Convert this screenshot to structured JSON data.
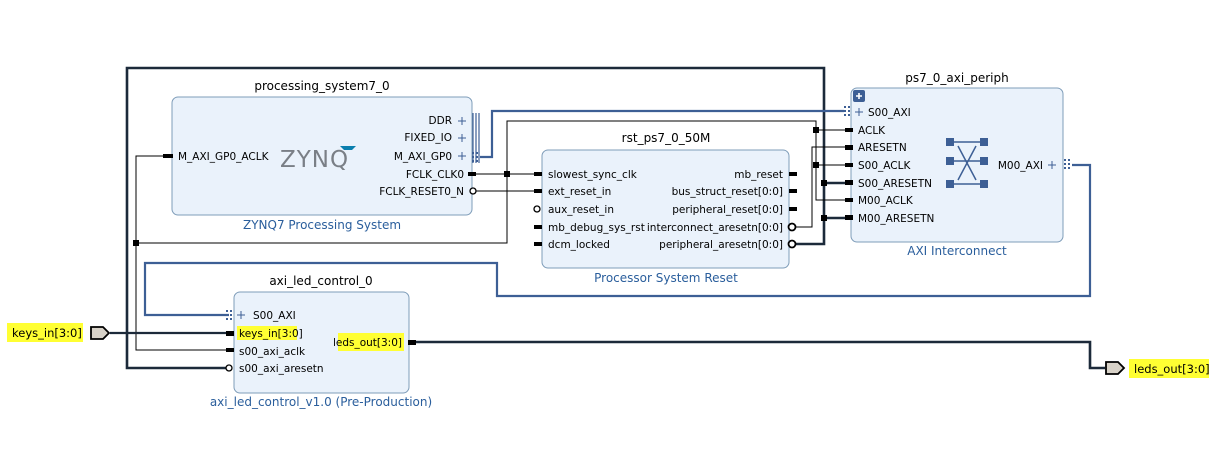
{
  "blocks": {
    "ps7": {
      "instance": "processing_system7_0",
      "subtitle": "ZYNQ7 Processing System",
      "logo": "ZYNQ",
      "left_ports": [
        "M_AXI_GP0_ACLK"
      ],
      "right_ports": [
        "DDR",
        "FIXED_IO",
        "M_AXI_GP0",
        "FCLK_CLK0",
        "FCLK_RESET0_N"
      ]
    },
    "rst": {
      "instance": "rst_ps7_0_50M",
      "subtitle": "Processor System Reset",
      "left_ports": [
        "slowest_sync_clk",
        "ext_reset_in",
        "aux_reset_in",
        "mb_debug_sys_rst",
        "dcm_locked"
      ],
      "right_ports": [
        "mb_reset",
        "bus_struct_reset[0:0]",
        "peripheral_reset[0:0]",
        "interconnect_aresetn[0:0]",
        "peripheral_aresetn[0:0]"
      ]
    },
    "axi": {
      "instance": "ps7_0_axi_periph",
      "subtitle": "AXI Interconnect",
      "left_ports": [
        "S00_AXI",
        "ACLK",
        "ARESETN",
        "S00_ACLK",
        "S00_ARESETN",
        "M00_ACLK",
        "M00_ARESETN"
      ],
      "right_ports": [
        "M00_AXI"
      ]
    },
    "led": {
      "instance": "axi_led_control_0",
      "subtitle": "axi_led_control_v1.0 (Pre-Production)",
      "left_ports": [
        "S00_AXI",
        "keys_in[3:0]",
        "s00_axi_aclk",
        "s00_axi_aresetn"
      ],
      "right_ports": [
        "leds_out[3:0]"
      ]
    }
  },
  "external_ports": {
    "input": "keys_in[3:0]",
    "output": "leds_out[3:0]"
  },
  "colors": {
    "block_fill": "#eaf2fb",
    "block_border": "#7f9db9",
    "bus": "#3d5f95",
    "subtitle": "#2a5e9c",
    "highlight": "#ffff33"
  }
}
